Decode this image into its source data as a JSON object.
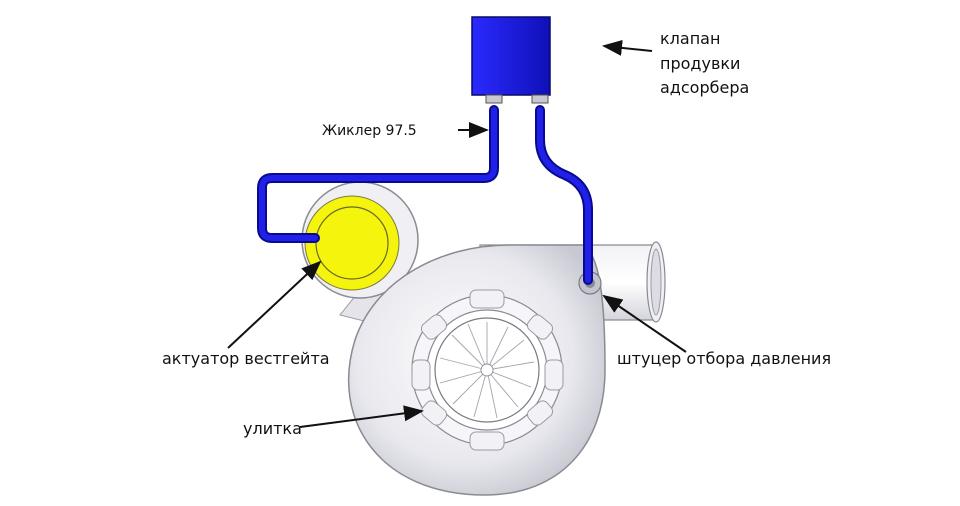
{
  "labels": {
    "purge_valve": [
      "клапан",
      "продувки",
      "адсорбера"
    ],
    "jet": "Жиклер 97.5",
    "actuator": "актуатор вестгейта",
    "fitting": "штуцер отбора давления",
    "housing": "улитка"
  },
  "colors": {
    "hose": "#1010d8",
    "valve": "#1a1ae0",
    "actuator": "#f4f40c",
    "housing": "#e9e9ee",
    "outline": "#7a7a7a",
    "arrow": "#111111"
  }
}
